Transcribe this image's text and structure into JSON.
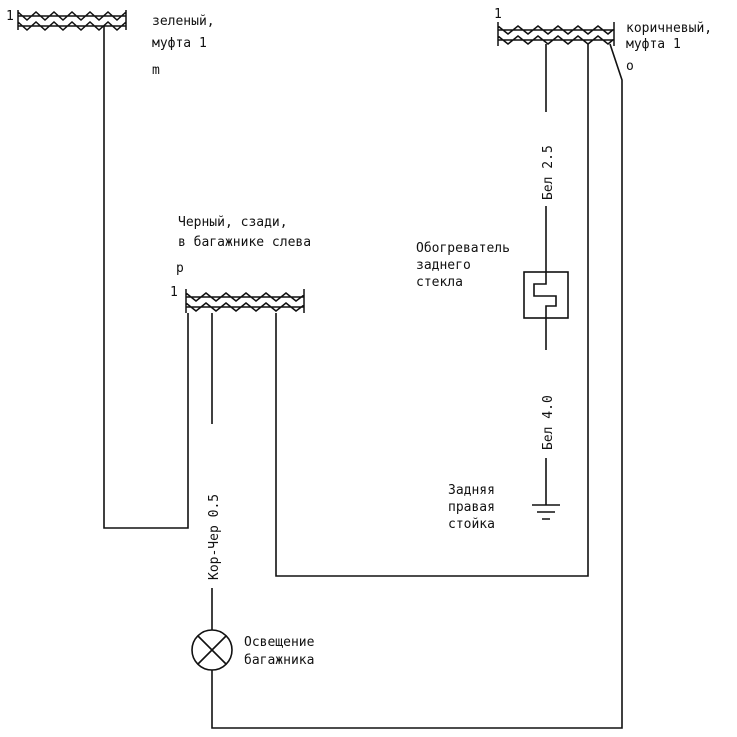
{
  "connectors": {
    "green": {
      "label_lines": [
        "зеленый,",
        "муфта 1"
      ],
      "code": "m",
      "pin": "1"
    },
    "brown": {
      "label_lines": [
        "коричневый,",
        "муфта 1"
      ],
      "code": "o",
      "pin": "1"
    },
    "black": {
      "label_lines": [
        "Черный, сзади,",
        "в багажнике слева"
      ],
      "code": "p",
      "pin": "1"
    }
  },
  "wires": {
    "white_upper": "Бел 2.5",
    "white_lower": "Бел 4.0",
    "brown_black": "Кор-Чер 0.5"
  },
  "components": {
    "heater": {
      "label_lines": [
        "Обогреватель",
        "заднего",
        "стекла"
      ]
    },
    "ground": {
      "label_lines": [
        "Задняя",
        "правая",
        "стойка"
      ]
    },
    "lamp": {
      "label_lines": [
        "Освещение",
        "багажника"
      ]
    }
  }
}
